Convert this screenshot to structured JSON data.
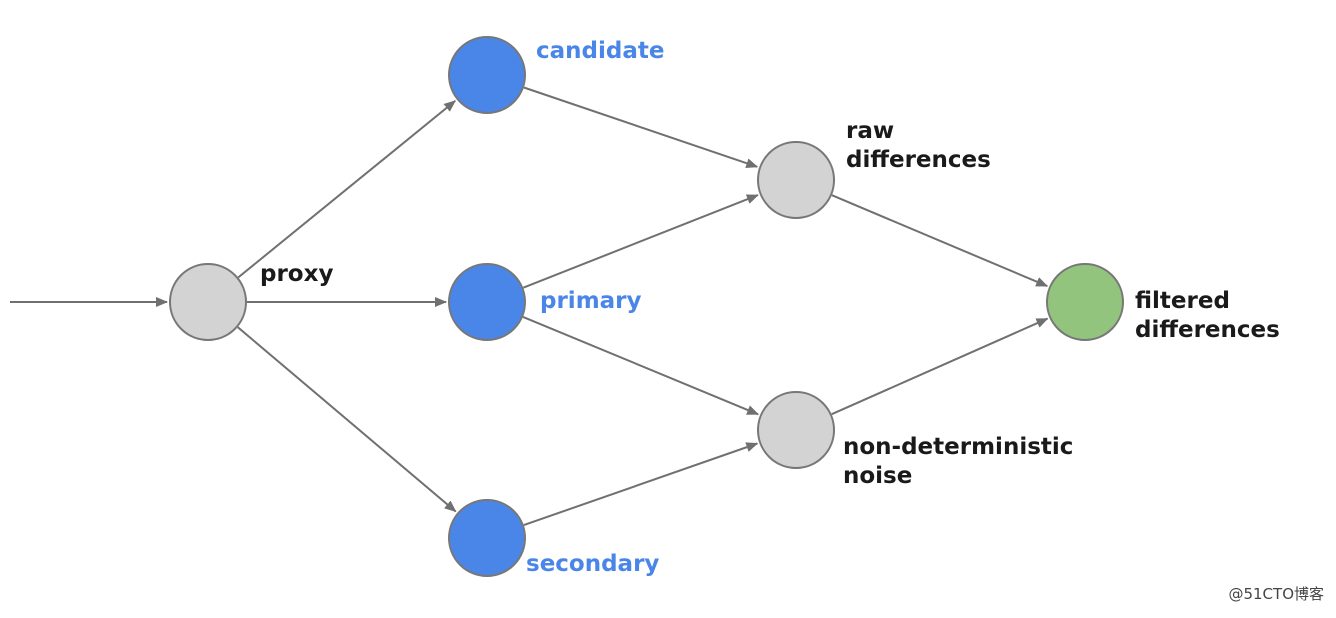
{
  "colors": {
    "request_node": "#4a86e8",
    "intermediate_node": "#d3d3d3",
    "result_node": "#93c47d",
    "node_stroke": "#777777",
    "edge": "#707070",
    "request_label": "#4a86e8",
    "plain_label": "#1a1a1a"
  },
  "nodes": {
    "proxy": {
      "label": "proxy"
    },
    "candidate": {
      "label": "candidate"
    },
    "primary": {
      "label": "primary"
    },
    "secondary": {
      "label": "secondary"
    },
    "raw": {
      "line1": "raw",
      "line2": "differences"
    },
    "noise": {
      "line1": "non-deterministic",
      "line2": "noise"
    },
    "filtered": {
      "line1": "filtered",
      "line2": "differences"
    }
  },
  "edges": [
    {
      "from": "input",
      "to": "proxy"
    },
    {
      "from": "proxy",
      "to": "candidate"
    },
    {
      "from": "proxy",
      "to": "primary"
    },
    {
      "from": "proxy",
      "to": "secondary"
    },
    {
      "from": "candidate",
      "to": "raw"
    },
    {
      "from": "primary",
      "to": "raw"
    },
    {
      "from": "primary",
      "to": "noise"
    },
    {
      "from": "secondary",
      "to": "noise"
    },
    {
      "from": "raw",
      "to": "filtered"
    },
    {
      "from": "noise",
      "to": "filtered"
    }
  ],
  "watermark": "@51CTO博客"
}
